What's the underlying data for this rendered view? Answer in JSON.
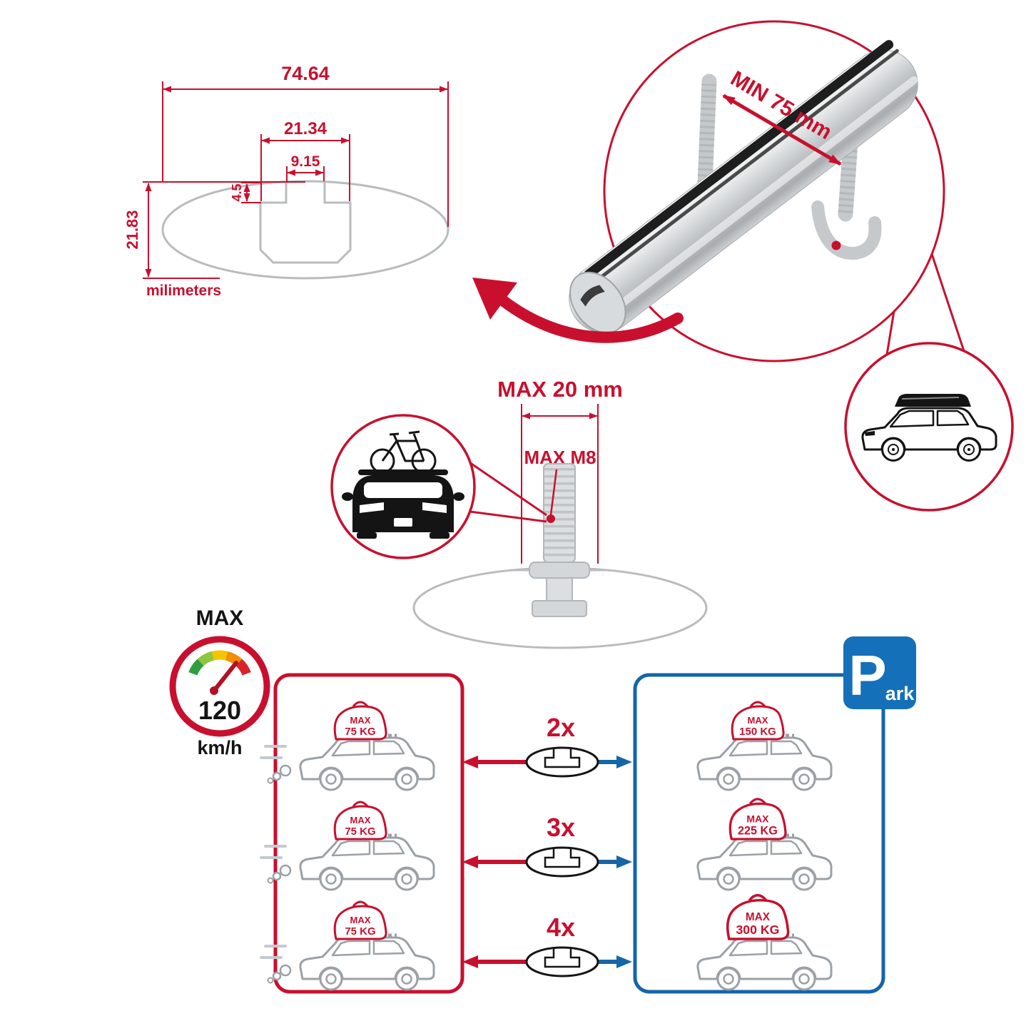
{
  "colors": {
    "accent_red": "#C8102E",
    "accent_blue": "#1565A8",
    "sign_blue": "#1470B8",
    "outline_gray": "#B9BCBE",
    "car_gray": "#9BA1A6",
    "ink": "#141414",
    "bar_silver": "#C2C6C8"
  },
  "cross_section": {
    "total_width": "74.64",
    "inner_width": "21.34",
    "slot_width": "9.15",
    "lip_height": "4.5",
    "total_height": "21.83",
    "units_label": "milimeters"
  },
  "bar_closeup": {
    "min_spacing_label": "MIN 75 mm"
  },
  "bolt": {
    "max_length_label": "MAX 20 mm",
    "max_thread_label": "MAX M8"
  },
  "speed_gauge": {
    "title": "MAX",
    "value": "120",
    "unit": "km/h"
  },
  "park_sign": {
    "letter": "P",
    "suffix": "ark"
  },
  "driving_side": {
    "bags": [
      {
        "l1": "MAX",
        "l2": "75 KG"
      },
      {
        "l1": "MAX",
        "l2": "75 KG"
      },
      {
        "l1": "MAX",
        "l2": "75 KG"
      }
    ]
  },
  "parked_side": {
    "bags": [
      {
        "l1": "MAX",
        "l2": "150 KG"
      },
      {
        "l1": "MAX",
        "l2": "225 KG"
      },
      {
        "l1": "MAX",
        "l2": "300 KG"
      }
    ]
  },
  "bar_counts": [
    {
      "label": "2x"
    },
    {
      "label": "3x"
    },
    {
      "label": "4x"
    }
  ]
}
